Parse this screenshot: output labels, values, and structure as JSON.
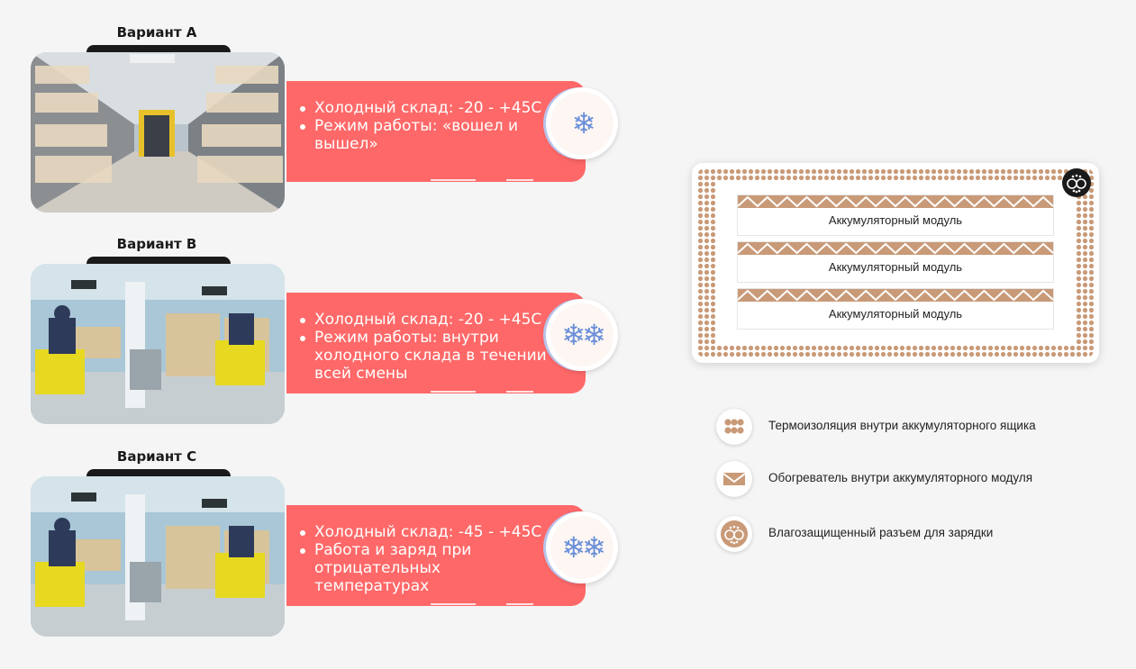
{
  "variants": [
    {
      "title": "Вариант А",
      "bullets": [
        "Холодный склад: -20 - +45С",
        "Режим работы: «вошел и вышел»"
      ],
      "badge_icon": "single-snowflake-icon",
      "badge_glyph": "❄",
      "photo": "warehouse-aisle-image"
    },
    {
      "title": "Вариант В",
      "bullets": [
        "Холодный склад: -20 - +45С",
        "Режим работы: внутри холодного склада в течении всей смены"
      ],
      "badge_icon": "double-snowflake-icon",
      "badge_glyph": "❄❄",
      "photo": "forklift-cold-store-image"
    },
    {
      "title": "Вариант С",
      "bullets": [
        "Холодный склад: -45 - +45С",
        "Работа и заряд при отрицательных температурах"
      ],
      "badge_icon": "double-snowflake-icon",
      "badge_glyph": "❄❄",
      "photo": "forklift-cold-store-image"
    }
  ],
  "battery_box": {
    "modules": [
      "Аккумуляторный модуль",
      "Аккумуляторный модуль",
      "Аккумуляторный модуль"
    ]
  },
  "legend": [
    {
      "icon": "insulation-dots-icon",
      "text": "Термоизоляция внутри аккумуляторного ящика"
    },
    {
      "icon": "heater-zigzag-icon",
      "text": "Обогреватель внутри аккумуляторного модуля"
    },
    {
      "icon": "charging-connector-icon",
      "text": "Влагозащищенный разъем для зарядки"
    }
  ],
  "colors": {
    "accent_red": "#ff6868",
    "insulation_brown": "#c99a78",
    "snowflake_blue": "#6a8fd8",
    "background": "#f5f5f5"
  }
}
